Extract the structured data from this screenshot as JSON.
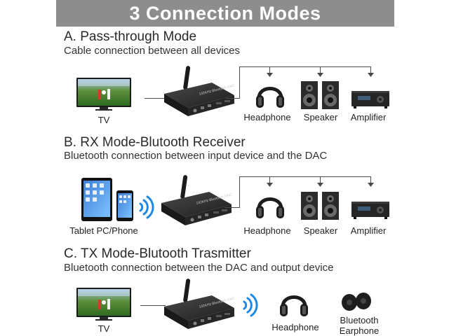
{
  "banner": {
    "title": "3 Connection Modes"
  },
  "modes": [
    {
      "title": "A. Pass-through Mode",
      "subtitle": "Cable connection between all devices",
      "source_label": "TV",
      "outputs": [
        "Headphone",
        "Speaker",
        "Amplifier"
      ]
    },
    {
      "title": "B. RX Mode-Blutooth Receiver",
      "subtitle": "Bluetooth connection between input device and the DAC",
      "source_label": "Tablet PC/Phone",
      "outputs": [
        "Headphone",
        "Speaker",
        "Amplifier"
      ]
    },
    {
      "title": "C. TX Mode-Blutooth Trasmitter",
      "subtitle": "Bluetooth connection between the DAC and output device",
      "source_label": "TV",
      "outputs": [
        "Headphone",
        "Bluetooth",
        "Earphone"
      ]
    }
  ],
  "colors": {
    "banner": "#8d8d8d",
    "bluetooth_wave": "#1e88e5",
    "device_body": "#2b2b2b"
  }
}
